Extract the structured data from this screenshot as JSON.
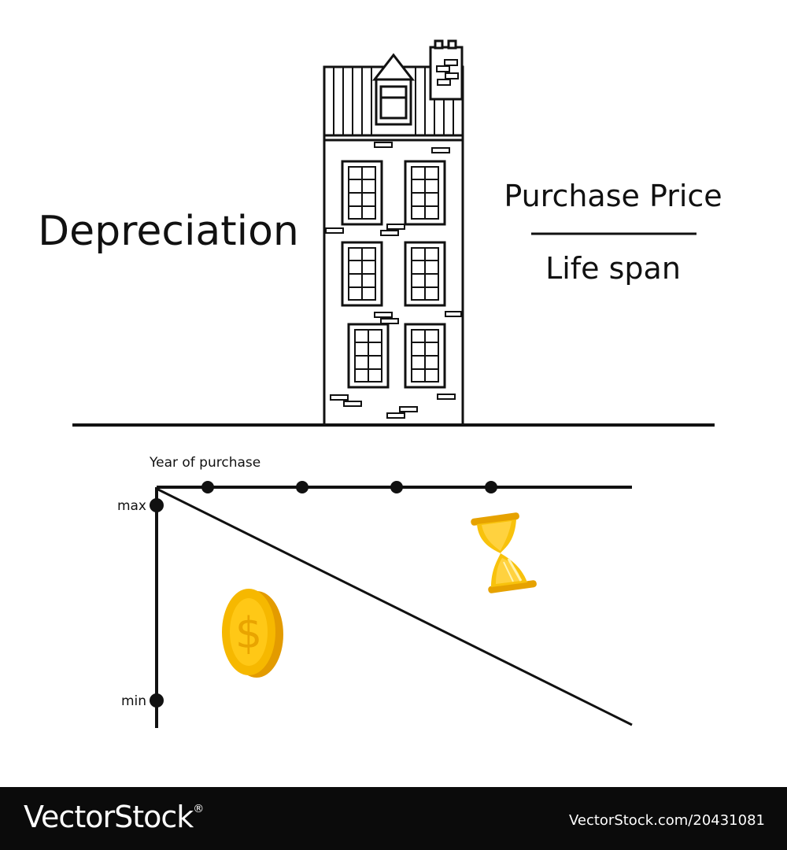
{
  "title": "Depreciation",
  "formula": {
    "numerator": "Purchase Price",
    "denominator": "Life span"
  },
  "chart_data": {
    "type": "line",
    "title": "",
    "xlabel": "Year of purchase",
    "ylabel": "",
    "y_tick_labels": [
      "max",
      "min"
    ],
    "x_markers": 4,
    "series": [
      {
        "values": [
          "max",
          "min"
        ]
      }
    ]
  },
  "icons": [
    "house-icon",
    "coin-icon",
    "hourglass-icon"
  ],
  "colors": {
    "ink": "#111111",
    "gold": "#f2b705",
    "gold_light": "#ffd23f"
  },
  "footer": {
    "brand": "VectorStock",
    "registered": "®",
    "image_id": "VectorStock.com/20431081"
  }
}
